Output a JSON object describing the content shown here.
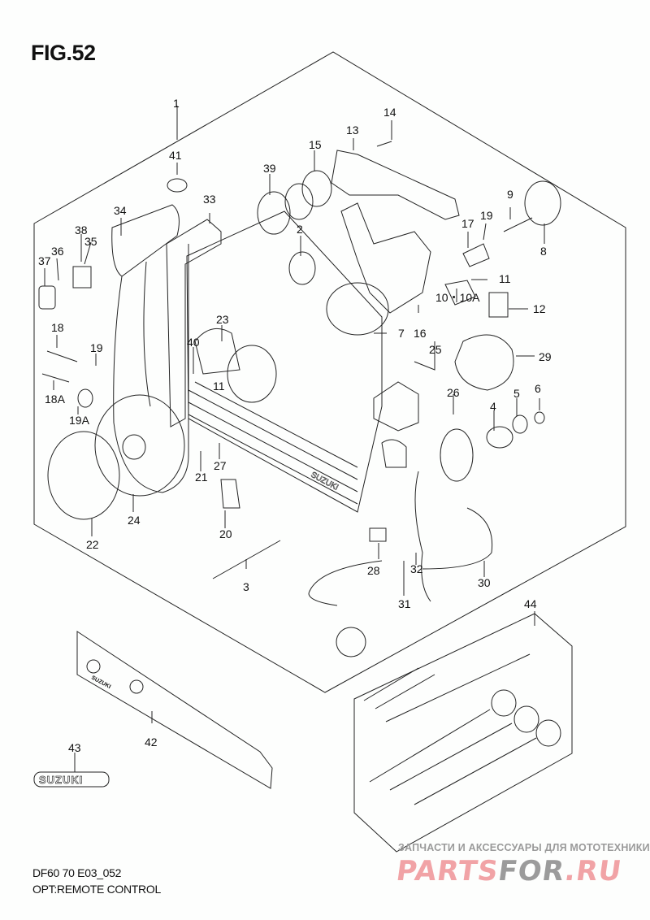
{
  "figure": {
    "title": "FIG.52",
    "model_code": "DF60 70 E03_052",
    "section_name": "OPT:REMOTE CONTROL"
  },
  "watermark": {
    "tagline": "ЗАПЧАСТИ И АКСЕССУАРЫ ДЛЯ МОТОТЕХНИКИ",
    "logo_part1": "PARTS",
    "logo_part2": "FOR",
    "logo_part3": ".RU",
    "colors": {
      "pink": "#f1a3a6",
      "gray": "#9b9b9b"
    }
  },
  "callouts": [
    {
      "id": "c1",
      "label": "1"
    },
    {
      "id": "c2",
      "label": "2"
    },
    {
      "id": "c3",
      "label": "3"
    },
    {
      "id": "c4",
      "label": "4"
    },
    {
      "id": "c5",
      "label": "5"
    },
    {
      "id": "c6",
      "label": "6"
    },
    {
      "id": "c7",
      "label": "7"
    },
    {
      "id": "c8",
      "label": "8"
    },
    {
      "id": "c9",
      "label": "9"
    },
    {
      "id": "c10",
      "label": "10・10A"
    },
    {
      "id": "c11a",
      "label": "11"
    },
    {
      "id": "c11b",
      "label": "11"
    },
    {
      "id": "c12",
      "label": "12"
    },
    {
      "id": "c13",
      "label": "13"
    },
    {
      "id": "c14",
      "label": "14"
    },
    {
      "id": "c15",
      "label": "15"
    },
    {
      "id": "c16",
      "label": "16"
    },
    {
      "id": "c17",
      "label": "17"
    },
    {
      "id": "c18",
      "label": "18"
    },
    {
      "id": "c18a",
      "label": "18A"
    },
    {
      "id": "c19a",
      "label": "19"
    },
    {
      "id": "c19b",
      "label": "19"
    },
    {
      "id": "c19c",
      "label": "19A"
    },
    {
      "id": "c20",
      "label": "20"
    },
    {
      "id": "c21",
      "label": "21"
    },
    {
      "id": "c22",
      "label": "22"
    },
    {
      "id": "c23",
      "label": "23"
    },
    {
      "id": "c24",
      "label": "24"
    },
    {
      "id": "c25",
      "label": "25"
    },
    {
      "id": "c26",
      "label": "26"
    },
    {
      "id": "c27",
      "label": "27"
    },
    {
      "id": "c28",
      "label": "28"
    },
    {
      "id": "c29",
      "label": "29"
    },
    {
      "id": "c30",
      "label": "30"
    },
    {
      "id": "c31",
      "label": "31"
    },
    {
      "id": "c32",
      "label": "32"
    },
    {
      "id": "c33",
      "label": "33"
    },
    {
      "id": "c34",
      "label": "34"
    },
    {
      "id": "c35",
      "label": "35"
    },
    {
      "id": "c36",
      "label": "36"
    },
    {
      "id": "c37",
      "label": "37"
    },
    {
      "id": "c38",
      "label": "38"
    },
    {
      "id": "c39",
      "label": "39"
    },
    {
      "id": "c40",
      "label": "40"
    },
    {
      "id": "c41",
      "label": "41"
    },
    {
      "id": "c42",
      "label": "42"
    },
    {
      "id": "c43",
      "label": "43"
    },
    {
      "id": "c44",
      "label": "44"
    }
  ],
  "emblems": {
    "badge_text": "SUZUKI",
    "housing_text": "SUZUKI",
    "trim_text": "SUZUKI"
  }
}
